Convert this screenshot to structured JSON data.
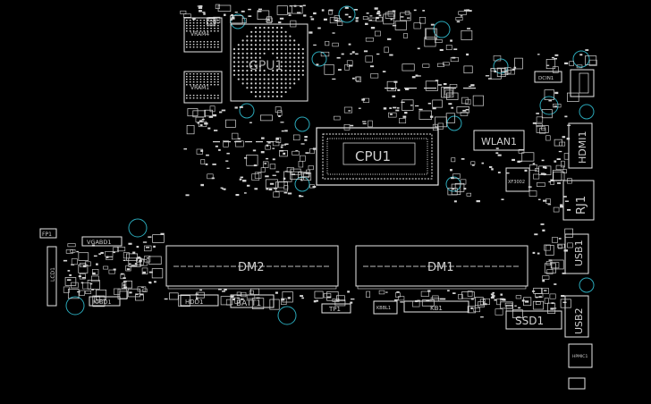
{
  "labels": {
    "gpu": "GPU1",
    "cpu": "CPU1",
    "vram4": "VRAM4",
    "vram1": "VRAM1",
    "wlan": "WLAN1",
    "xf": "XF3002",
    "dm2": "DM2",
    "dm1": "DM1",
    "hdmi": "HDMI1",
    "rj": "RJ1",
    "usb1": "USB1",
    "usb2": "USB2",
    "ssd": "SSD1",
    "batt": "BATT1",
    "kb": "KB1",
    "kbbl": "KBBL1",
    "tp": "TP1",
    "fp": "FP1",
    "vgabd": "VGABD1",
    "iobd": "IOBD1",
    "hdd": "HDD1",
    "lcd": "LCD1",
    "dcin": "DCIN1",
    "hpmic": "HPMIC1"
  }
}
